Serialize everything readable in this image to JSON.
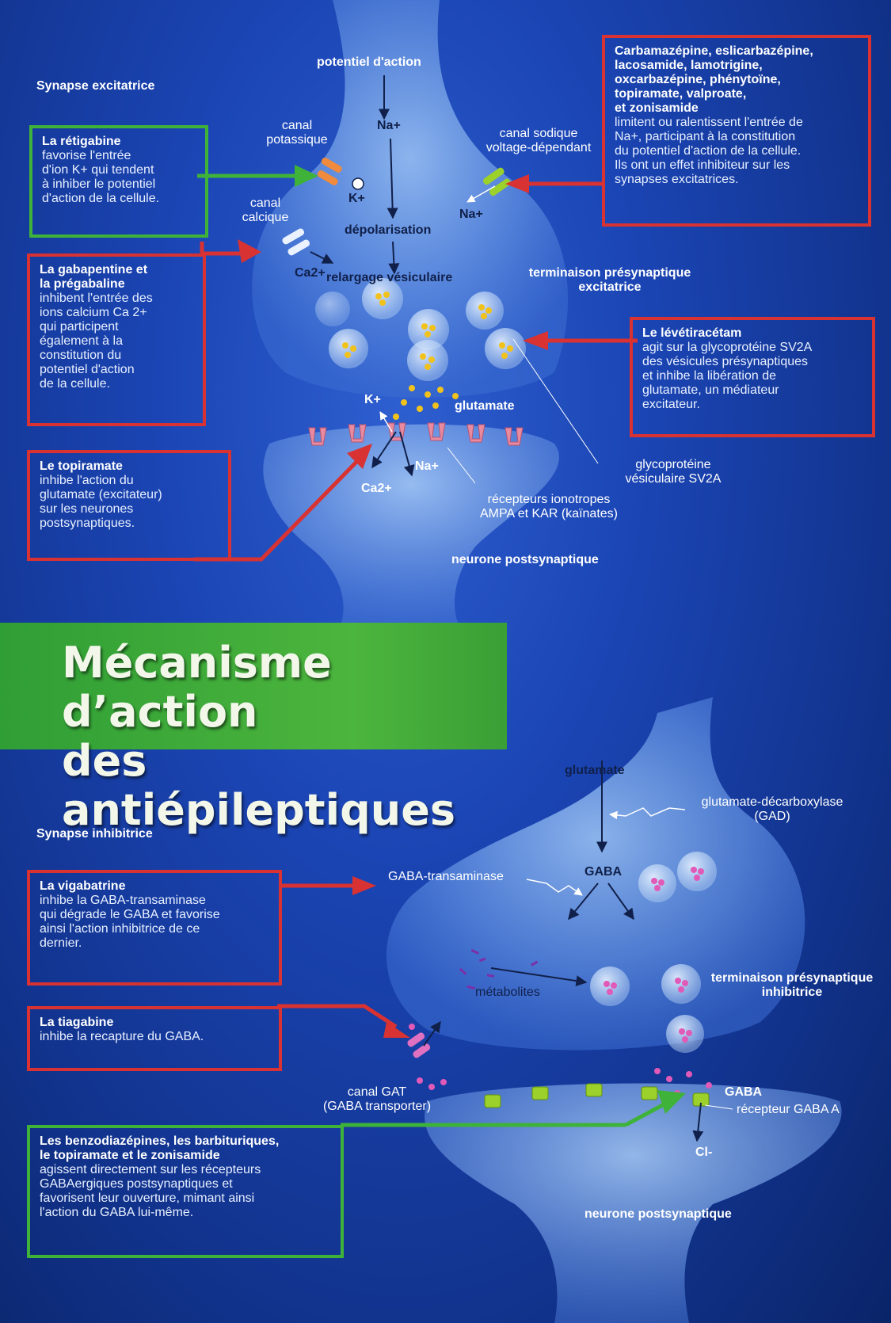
{
  "title": "Mécanisme d’action\ndes antiépileptiques",
  "excitatory": {
    "heading": "Synapse excitatrice",
    "labels": {
      "action_potential": "potentiel d'action",
      "k_channel": "canal\npotassique",
      "na_ion": "Na+",
      "k_ion": "K+",
      "na_channel": "canal sodique\nvoltage-dépendant",
      "na_ion_2": "Na+",
      "ca_channel": "canal\ncalcique",
      "depolarisation": "dépolarisation",
      "ca_ion": "Ca2+",
      "vesicular_release": "relargage vésiculaire",
      "presyn_terminal": "terminaison présynaptique\nexcitatrice",
      "k_ion_post": "K+",
      "glutamate": "glutamate",
      "na_ion_post": "Na+",
      "ca_ion_post": "Ca2+",
      "sv2a": "glycoprotéine\nvésiculaire SV2A",
      "receptors": "récepteurs ionotropes\nAMPA et KAR (kaïnates)",
      "postsyn_neuron": "neurone postsynaptique"
    },
    "boxes": {
      "retigabine": {
        "title": "La rétigabine",
        "text": "favorise l'entrée\nd'ion K+ qui tendent\nà inhiber le potentiel\nd'action de la cellule."
      },
      "sodium_blockers": {
        "title": "Carbamazépine, eslicarbazépine,\nlacosamide, lamotrigine,\noxcarbazépine, phénytoïne,\ntopiramate, valproate,\net zonisamide",
        "text": "limitent ou ralentissent l'entrée de\nNa+, participant à la constitution\ndu potentiel d'action de la cellule.\nIls ont un effet inhibiteur sur les\nsynapses excitatrices."
      },
      "gabapentin": {
        "title": "La gabapentine et\nla prégabaline",
        "text": "inhibent l'entrée des\nions calcium Ca 2+\nqui participent\négalement à la\nconstitution du\npotentiel d'action\nde la cellule."
      },
      "levetiracetam": {
        "title": "Le lévétiracétam",
        "text": "agit sur la glycoprotéine SV2A\ndes vésicules présynaptiques\net inhibe la libération de\nglutamate, un médiateur\nexcitateur."
      },
      "topiramate": {
        "title": "Le topiramate",
        "text": "inhibe l'action du\nglutamate (excitateur)\nsur les neurones\npostsynaptiques."
      }
    }
  },
  "inhibitory": {
    "heading": "Synapse inhibitrice",
    "labels": {
      "glutamate": "glutamate",
      "gad": "glutamate-décarboxylase\n(GAD)",
      "gaba_transaminase": "GABA-transaminase",
      "gaba_top": "GABA",
      "metabolites": "métabolites",
      "presyn_terminal": "terminaison présynaptique\ninhibitrice",
      "gat_channel": "canal GAT\n(GABA transporter)",
      "gaba_cleft": "GABA",
      "gaba_a_receptor": "récepteur GABA A",
      "cl_ion": "Cl-",
      "postsyn_neuron": "neurone postsynaptique"
    },
    "boxes": {
      "vigabatrin": {
        "title": "La vigabatrine",
        "text": "inhibe la GABA-transaminase\nqui dégrade le GABA et favorise\nainsi l'action inhibitrice de ce\ndernier."
      },
      "tiagabine": {
        "title": "La tiagabine",
        "text": "inhibe la recapture du GABA."
      },
      "benzodiazepines": {
        "title": "Les benzodiazépines, les barbituriques,\nle topiramate et le zonisamide",
        "text": "agissent directement sur les récepteurs\nGABAergiques postsynaptiques et\nfavorisent leur ouverture, mimant ainsi\nl'action du GABA lui-même."
      }
    }
  },
  "colors": {
    "red_box": "#d83232",
    "green_box": "#3fb23a",
    "background": "#1b45b4"
  }
}
